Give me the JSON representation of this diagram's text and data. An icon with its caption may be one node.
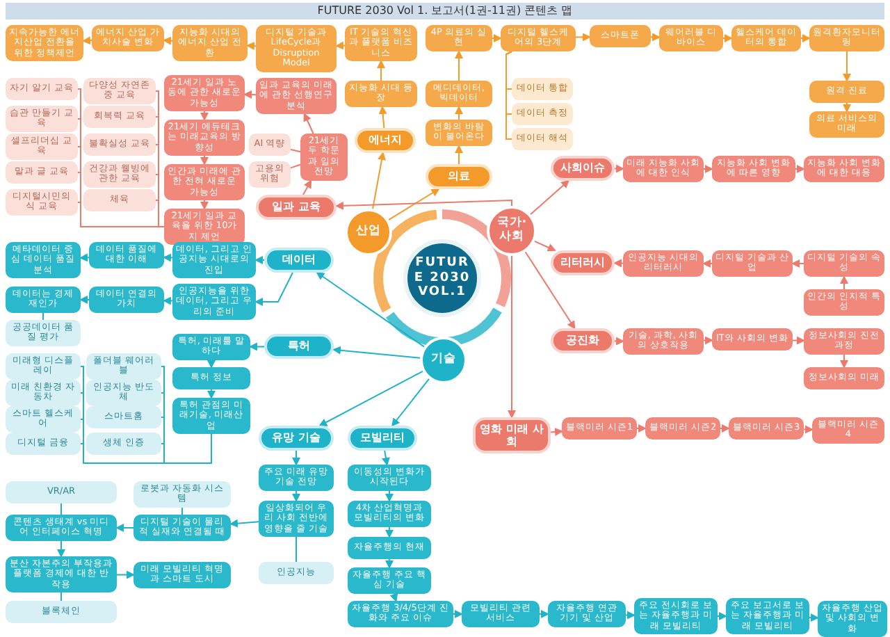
{
  "diagram": {
    "title": "FUTURE 2030 Vol 1. 보고서(1권-11권) 콘텐츠 맵",
    "nodes": [
      {
        "text": [
          "FUTURE 2030 VOL.1"
        ]
      },
      {
        "text": [
          "산업"
        ]
      },
      {
        "text": [
          "국가·사회"
        ]
      },
      {
        "text": [
          "기술"
        ]
      },
      {
        "text": [
          "에너지"
        ]
      },
      {
        "text": [
          "의료"
        ]
      },
      {
        "text": [
          "일과 교육"
        ]
      },
      {
        "text": [
          "사회이슈"
        ]
      },
      {
        "text": [
          "리터러시"
        ]
      },
      {
        "text": [
          "공진화"
        ]
      },
      {
        "text": [
          "영화 미래 사회"
        ]
      },
      {
        "text": [
          "데이터"
        ]
      },
      {
        "text": [
          "특허"
        ]
      },
      {
        "text": [
          "유망 기술"
        ]
      },
      {
        "text": [
          "모빌리티"
        ]
      },
      {
        "text": [
          "지능화 시대 등장"
        ]
      },
      {
        "text": [
          "IT 기술의 혁신과 플랫폼 비즈니스"
        ]
      },
      {
        "text": [
          "디지털 기술과 LifeCycle과 Disruption Model"
        ]
      },
      {
        "text": [
          "지능화 시대의 에너지 산업 전환"
        ]
      },
      {
        "text": [
          "에너지 산업 가치사슬 변화"
        ]
      },
      {
        "text": [
          "지속가능한 에너지산업 전환을 위한 정책제언"
        ]
      },
      {
        "text": [
          "변화의 바람이 불어온다"
        ]
      },
      {
        "text": [
          "메디데이터, 빅데이터"
        ]
      },
      {
        "text": [
          "4P 의료의 실현"
        ]
      },
      {
        "text": [
          "디지털 헬스케어의 3단계"
        ]
      },
      {
        "text": [
          "데이터 통합"
        ]
      },
      {
        "text": [
          "데이터 측정"
        ]
      },
      {
        "text": [
          "데이터 해석"
        ]
      },
      {
        "text": [
          "스마트폰"
        ]
      },
      {
        "text": [
          "웨어러블 디바이스"
        ]
      },
      {
        "text": [
          "헬스케어 데이터의 통합"
        ]
      },
      {
        "text": [
          "원격환자모니터링"
        ]
      },
      {
        "text": [
          "원격 진료"
        ]
      },
      {
        "text": [
          "의료 서비스의 미래"
        ]
      },
      {
        "text": [
          "일과 교육의 미래에 관한 선행연구 분석"
        ]
      },
      {
        "text": [
          "21세기 두 학문과 일의 전망"
        ]
      },
      {
        "text": [
          "AI 역량"
        ]
      },
      {
        "text": [
          "고용의 위험"
        ]
      },
      {
        "text": [
          "21세기 일과 노동에 관한 새로운 가능성"
        ]
      },
      {
        "text": [
          "21세기 에듀테크는 미래교육의 방향성"
        ]
      },
      {
        "text": [
          "인간과 미래에 관한 전혀 새로운 가능성"
        ]
      },
      {
        "text": [
          "21세기 일과 교육을 위한 10가지 제언"
        ]
      },
      {
        "text": [
          "자기 알기 교육"
        ]
      },
      {
        "text": [
          "습관 만들기 교육"
        ]
      },
      {
        "text": [
          "셀프리더십 교육"
        ]
      },
      {
        "text": [
          "말과 글 교육"
        ]
      },
      {
        "text": [
          "디지털시민의식 교육"
        ]
      },
      {
        "text": [
          "다양성 자연존중 교육"
        ]
      },
      {
        "text": [
          "회복력 교육"
        ]
      },
      {
        "text": [
          "불확실성 교육"
        ]
      },
      {
        "text": [
          "건강과 웰빙에 관한 교육"
        ]
      },
      {
        "text": [
          "체육"
        ]
      },
      {
        "text": [
          "데이터, 그리고 인공지능 시대로의 진입"
        ]
      },
      {
        "text": [
          "데이터 품질에 대한 이해"
        ]
      },
      {
        "text": [
          "메타데이터 중심 데이터 품질 분석"
        ]
      },
      {
        "text": [
          "데이터는 경제재인가"
        ]
      },
      {
        "text": [
          "데이터 연결의 가치"
        ]
      },
      {
        "text": [
          "인공지능을 위한 데이터, 그리고 우리의 준비"
        ]
      },
      {
        "text": [
          "공공데이터 품질 평가"
        ]
      },
      {
        "text": [
          "특허, 미래를 말하다"
        ]
      },
      {
        "text": [
          "특허 정보"
        ]
      },
      {
        "text": [
          "특허 관점의 미래기술, 미래산업"
        ]
      },
      {
        "text": [
          "미래형 디스플레이"
        ]
      },
      {
        "text": [
          "미래 친환경 자동차"
        ]
      },
      {
        "text": [
          "스마트 헬스케어"
        ]
      },
      {
        "text": [
          "디지털 금융"
        ]
      },
      {
        "text": [
          "폴더블 웨어러블"
        ]
      },
      {
        "text": [
          "인공지능 반도체"
        ]
      },
      {
        "text": [
          "스마트홈"
        ]
      },
      {
        "text": [
          "생체 인증"
        ]
      },
      {
        "text": [
          "주요 미래 유망기술 전망"
        ]
      },
      {
        "text": [
          "일상화되어 우리 사회 전반에 영향을 줄 기술"
        ]
      },
      {
        "text": [
          "인공지능"
        ]
      },
      {
        "text": [
          "디지털 기술이 물리적 실재와 연결될 때"
        ]
      },
      {
        "text": [
          "로봇과 자동화 시스템"
        ]
      },
      {
        "text": [
          "콘텐츠 생태계 vs 미디어 인터페이스 혁명"
        ]
      },
      {
        "text": [
          "VR/AR"
        ]
      },
      {
        "text": [
          "분산 자본주의 부작용과 플랫폼 경제에 대한 반작용"
        ]
      },
      {
        "text": [
          "블록체인"
        ]
      },
      {
        "text": [
          "미래 모빌리티 혁명과 스마트 도시"
        ]
      },
      {
        "text": [
          "이동성의 변화가 시작된다"
        ]
      },
      {
        "text": [
          "4차 산업혁명과 모빌리티의 변화"
        ]
      },
      {
        "text": [
          "자율주행의 현재"
        ]
      },
      {
        "text": [
          "자율주행 주요 핵심 기술"
        ]
      },
      {
        "text": [
          "자율주행 3/4/5단계 진화와 주요 이슈"
        ]
      },
      {
        "text": [
          "모빌리티 관련 서비스"
        ]
      },
      {
        "text": [
          "자율주행 연관 기기 및 산업"
        ]
      },
      {
        "text": [
          "주요 전시회로 보는 자율주행과 미래 모빌리티"
        ]
      },
      {
        "text": [
          "주요 보고서로 보는 자율주행과 미래 모빌리티"
        ]
      },
      {
        "text": [
          "자율주행 산업 및 사회의 변화"
        ]
      },
      {
        "text": [
          "미래 지능화 사회에 대한 인식"
        ]
      },
      {
        "text": [
          "지능화 사회 변화에 따른 영향"
        ]
      },
      {
        "text": [
          "지능화 사회 변화에 대한 대응"
        ]
      },
      {
        "text": [
          "인공지능 시대의 리터러시"
        ]
      },
      {
        "text": [
          "디지털 기술과 산업"
        ]
      },
      {
        "text": [
          "디지털 기술의 속성"
        ]
      },
      {
        "text": [
          "인간의 인지적 특성"
        ]
      },
      {
        "text": [
          "기술, 과학, 사회의 상호작용"
        ]
      },
      {
        "text": [
          "IT와 사회의 변화"
        ]
      },
      {
        "text": [
          "정보사회의 진전 과정"
        ]
      },
      {
        "text": [
          "정보사회의 미래"
        ]
      },
      {
        "text": [
          "블랙미러 시즌1"
        ]
      },
      {
        "text": [
          "블랙미러 시즌2"
        ]
      },
      {
        "text": [
          "블랙미러 시즌3"
        ]
      },
      {
        "text": [
          "블랙미러 시즌4"
        ]
      }
    ],
    "edges": [
      {
        "from": 1,
        "to": 4,
        "arrow": "to",
        "color": "#f39a2a"
      },
      {
        "from": 1,
        "to": 5,
        "arrow": "to",
        "color": "#f39a2a"
      },
      {
        "from": 2,
        "to": 6,
        "arrow": "to",
        "color": "#ec7a6c"
      },
      {
        "from": 2,
        "to": 7,
        "arrow": "to",
        "color": "#ec7a6c"
      },
      {
        "from": 2,
        "to": 8,
        "arrow": "to",
        "color": "#ec7a6c"
      },
      {
        "from": 2,
        "to": 9,
        "arrow": "to",
        "color": "#ec7a6c"
      },
      {
        "from": 2,
        "to": 10,
        "arrow": "to",
        "color": "#ec7a6c"
      },
      {
        "from": 3,
        "to": 11,
        "arrow": "to"
      },
      {
        "from": 3,
        "to": 12,
        "arrow": "to"
      },
      {
        "from": 3,
        "to": 13,
        "arrow": "to"
      },
      {
        "from": 3,
        "to": 14,
        "arrow": "to"
      },
      {
        "from": 4,
        "to": 15,
        "arrow": "to",
        "color": "#f39a2a"
      },
      {
        "from": 15,
        "to": 16,
        "arrow": "to",
        "color": "#f39a2a"
      },
      {
        "from": 16,
        "to": 17,
        "arrow": "to",
        "color": "#f39a2a"
      },
      {
        "from": 17,
        "to": 18,
        "arrow": "to",
        "color": "#f39a2a"
      },
      {
        "from": 18,
        "to": 19,
        "arrow": "to",
        "color": "#f39a2a"
      },
      {
        "from": 19,
        "to": 20,
        "arrow": "to",
        "color": "#f39a2a"
      },
      {
        "from": 5,
        "to": 21,
        "arrow": "to",
        "color": "#f39a2a"
      },
      {
        "from": 21,
        "to": 22,
        "arrow": "to",
        "color": "#f39a2a"
      },
      {
        "from": 22,
        "to": 23,
        "arrow": "to",
        "color": "#f39a2a"
      },
      {
        "from": 23,
        "to": 24,
        "arrow": "to",
        "color": "#f39a2a"
      },
      {
        "from": 24,
        "to": 25,
        "arrow": "none",
        "color": "#f39a2a"
      },
      {
        "from": 24,
        "to": 26,
        "arrow": "none",
        "color": "#f39a2a"
      },
      {
        "from": 24,
        "to": 27,
        "arrow": "none",
        "color": "#f39a2a"
      },
      {
        "from": 24,
        "to": 28,
        "arrow": "to",
        "color": "#f39a2a"
      },
      {
        "from": 28,
        "to": 29,
        "arrow": "to",
        "color": "#f39a2a"
      },
      {
        "from": 29,
        "to": 30,
        "arrow": "to",
        "color": "#f39a2a"
      },
      {
        "from": 30,
        "to": 31,
        "arrow": "to",
        "color": "#f39a2a"
      },
      {
        "from": 31,
        "to": 32,
        "arrow": "to",
        "color": "#f39a2a"
      },
      {
        "from": 32,
        "to": 33,
        "arrow": "to",
        "color": "#f39a2a"
      },
      {
        "from": 6,
        "to": 35,
        "arrow": "to",
        "color": "#ec7a6c"
      },
      {
        "from": 35,
        "to": 34,
        "arrow": "to",
        "color": "#ec7a6c"
      },
      {
        "from": 36,
        "to": 35,
        "arrow": "none",
        "color": "#ec7a6c"
      },
      {
        "from": 37,
        "to": 35,
        "arrow": "none",
        "color": "#ec7a6c"
      },
      {
        "from": 34,
        "to": 38,
        "arrow": "to",
        "color": "#ec7a6c"
      },
      {
        "from": 38,
        "to": 39,
        "arrow": "to",
        "color": "#ec7a6c"
      },
      {
        "from": 39,
        "to": 40,
        "arrow": "to",
        "color": "#ec7a6c"
      },
      {
        "from": 40,
        "to": 41,
        "arrow": "to",
        "color": "#ec7a6c"
      },
      {
        "from": 42,
        "to": 41,
        "arrow": "none",
        "color": "#ec7a6c"
      },
      {
        "from": 43,
        "to": 41,
        "arrow": "none",
        "color": "#ec7a6c"
      },
      {
        "from": 44,
        "to": 41,
        "arrow": "none",
        "color": "#ec7a6c"
      },
      {
        "from": 45,
        "to": 41,
        "arrow": "none",
        "color": "#ec7a6c"
      },
      {
        "from": 46,
        "to": 41,
        "arrow": "none",
        "color": "#ec7a6c"
      },
      {
        "from": 47,
        "to": 41,
        "arrow": "none",
        "color": "#ec7a6c"
      },
      {
        "from": 48,
        "to": 41,
        "arrow": "none",
        "color": "#ec7a6c"
      },
      {
        "from": 49,
        "to": 41,
        "arrow": "none",
        "color": "#ec7a6c"
      },
      {
        "from": 50,
        "to": 41,
        "arrow": "none",
        "color": "#ec7a6c"
      },
      {
        "from": 51,
        "to": 41,
        "arrow": "none",
        "color": "#ec7a6c"
      },
      {
        "from": 11,
        "to": 52,
        "arrow": "to"
      },
      {
        "from": 52,
        "to": 53,
        "arrow": "to"
      },
      {
        "from": 53,
        "to": 54,
        "arrow": "to"
      },
      {
        "from": 11,
        "to": 57,
        "arrow": "to"
      },
      {
        "from": 57,
        "to": 56,
        "arrow": "to"
      },
      {
        "from": 56,
        "to": 55,
        "arrow": "to"
      },
      {
        "from": 55,
        "to": 58,
        "arrow": "none"
      },
      {
        "from": 12,
        "to": 59,
        "arrow": "to"
      },
      {
        "from": 59,
        "to": 60,
        "arrow": "to"
      },
      {
        "from": 60,
        "to": 61,
        "arrow": "to"
      },
      {
        "from": 62,
        "to": 61,
        "arrow": "none"
      },
      {
        "from": 63,
        "to": 61,
        "arrow": "none"
      },
      {
        "from": 64,
        "to": 61,
        "arrow": "none"
      },
      {
        "from": 65,
        "to": 61,
        "arrow": "none"
      },
      {
        "from": 66,
        "to": 61,
        "arrow": "none"
      },
      {
        "from": 67,
        "to": 61,
        "arrow": "none"
      },
      {
        "from": 68,
        "to": 61,
        "arrow": "none"
      },
      {
        "from": 69,
        "to": 61,
        "arrow": "none"
      },
      {
        "from": 13,
        "to": 70,
        "arrow": "to"
      },
      {
        "from": 70,
        "to": 71,
        "arrow": "to"
      },
      {
        "from": 71,
        "to": 72,
        "arrow": "none"
      },
      {
        "from": 71,
        "to": 73,
        "arrow": "to"
      },
      {
        "from": 74,
        "to": 73,
        "arrow": "none"
      },
      {
        "from": 73,
        "to": 75,
        "arrow": "to"
      },
      {
        "from": 76,
        "to": 75,
        "arrow": "none"
      },
      {
        "from": 75,
        "to": 77,
        "arrow": "to"
      },
      {
        "from": 77,
        "to": 78,
        "arrow": "none"
      },
      {
        "from": 77,
        "to": 79,
        "arrow": "to"
      },
      {
        "from": 14,
        "to": 80,
        "arrow": "to"
      },
      {
        "from": 80,
        "to": 81,
        "arrow": "to"
      },
      {
        "from": 81,
        "to": 82,
        "arrow": "to"
      },
      {
        "from": 82,
        "to": 83,
        "arrow": "to"
      },
      {
        "from": 83,
        "to": 84,
        "arrow": "to"
      },
      {
        "from": 84,
        "to": 85,
        "arrow": "to"
      },
      {
        "from": 85,
        "to": 86,
        "arrow": "to"
      },
      {
        "from": 86,
        "to": 87,
        "arrow": "to"
      },
      {
        "from": 87,
        "to": 88,
        "arrow": "to"
      },
      {
        "from": 88,
        "to": 89,
        "arrow": "to"
      },
      {
        "from": 7,
        "to": 90,
        "arrow": "to",
        "color": "#ec7a6c"
      },
      {
        "from": 90,
        "to": 91,
        "arrow": "to",
        "color": "#ec7a6c"
      },
      {
        "from": 91,
        "to": 92,
        "arrow": "to",
        "color": "#ec7a6c"
      },
      {
        "from": 93,
        "to": 8,
        "arrow": "to",
        "color": "#ec7a6c"
      },
      {
        "from": 94,
        "to": 93,
        "arrow": "to",
        "color": "#ec7a6c"
      },
      {
        "from": 95,
        "to": 94,
        "arrow": "to",
        "color": "#ec7a6c"
      },
      {
        "from": 96,
        "to": 95,
        "arrow": "to",
        "color": "#ec7a6c"
      },
      {
        "from": 9,
        "to": 97,
        "arrow": "to",
        "color": "#ec7a6c"
      },
      {
        "from": 97,
        "to": 98,
        "arrow": "to",
        "color": "#ec7a6c"
      },
      {
        "from": 98,
        "to": 99,
        "arrow": "to",
        "color": "#ec7a6c"
      },
      {
        "from": 99,
        "to": 100,
        "arrow": "to",
        "color": "#ec7a6c"
      },
      {
        "from": 10,
        "to": 101,
        "arrow": "to",
        "color": "#ec7a6c"
      },
      {
        "from": 101,
        "to": 102,
        "arrow": "to",
        "color": "#ec7a6c"
      },
      {
        "from": 102,
        "to": 103,
        "arrow": "to",
        "color": "#ec7a6c"
      },
      {
        "from": 103,
        "to": 104,
        "arrow": "to",
        "color": "#ec7a6c"
      }
    ]
  }
}
